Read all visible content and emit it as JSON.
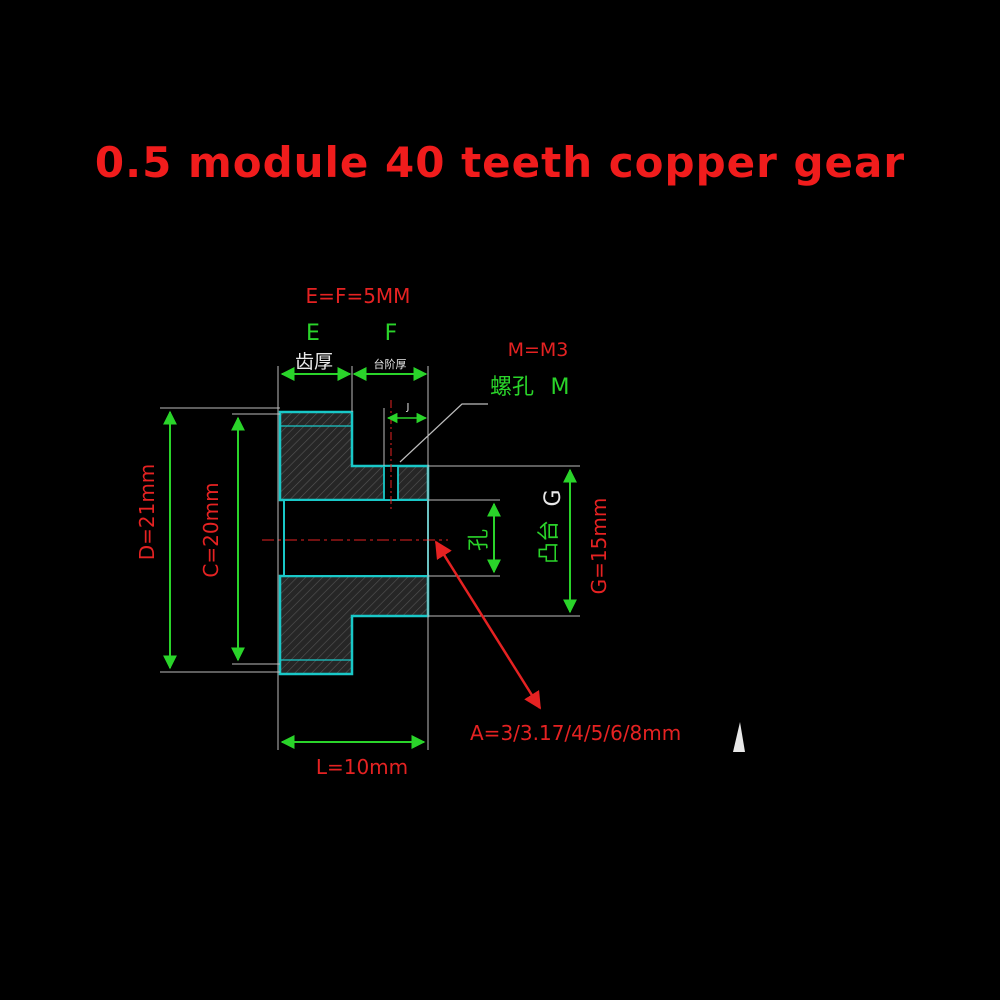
{
  "title": "0.5 module 40 teeth copper gear",
  "labels": {
    "ef": "E=F=5MM",
    "e": "E",
    "f": "F",
    "e_cn": "齿厚",
    "f_cn": "台阶厚",
    "j": "J",
    "m_eq": "M=M3",
    "m_cn": "螺孔",
    "m": "M",
    "d": "D=21mm",
    "c": "C=20mm",
    "hole_cn": "孔",
    "boss_cn": "凸台",
    "g": "G",
    "g_eq": "G=15mm",
    "a": "A=3/3.17/4/5/6/8mm",
    "l": "L=10mm"
  },
  "colors": {
    "title": "#f01c1c",
    "red": "#e52222",
    "green": "#2ad42a",
    "outline": "#19c8c8",
    "white": "#e8e8e8"
  }
}
